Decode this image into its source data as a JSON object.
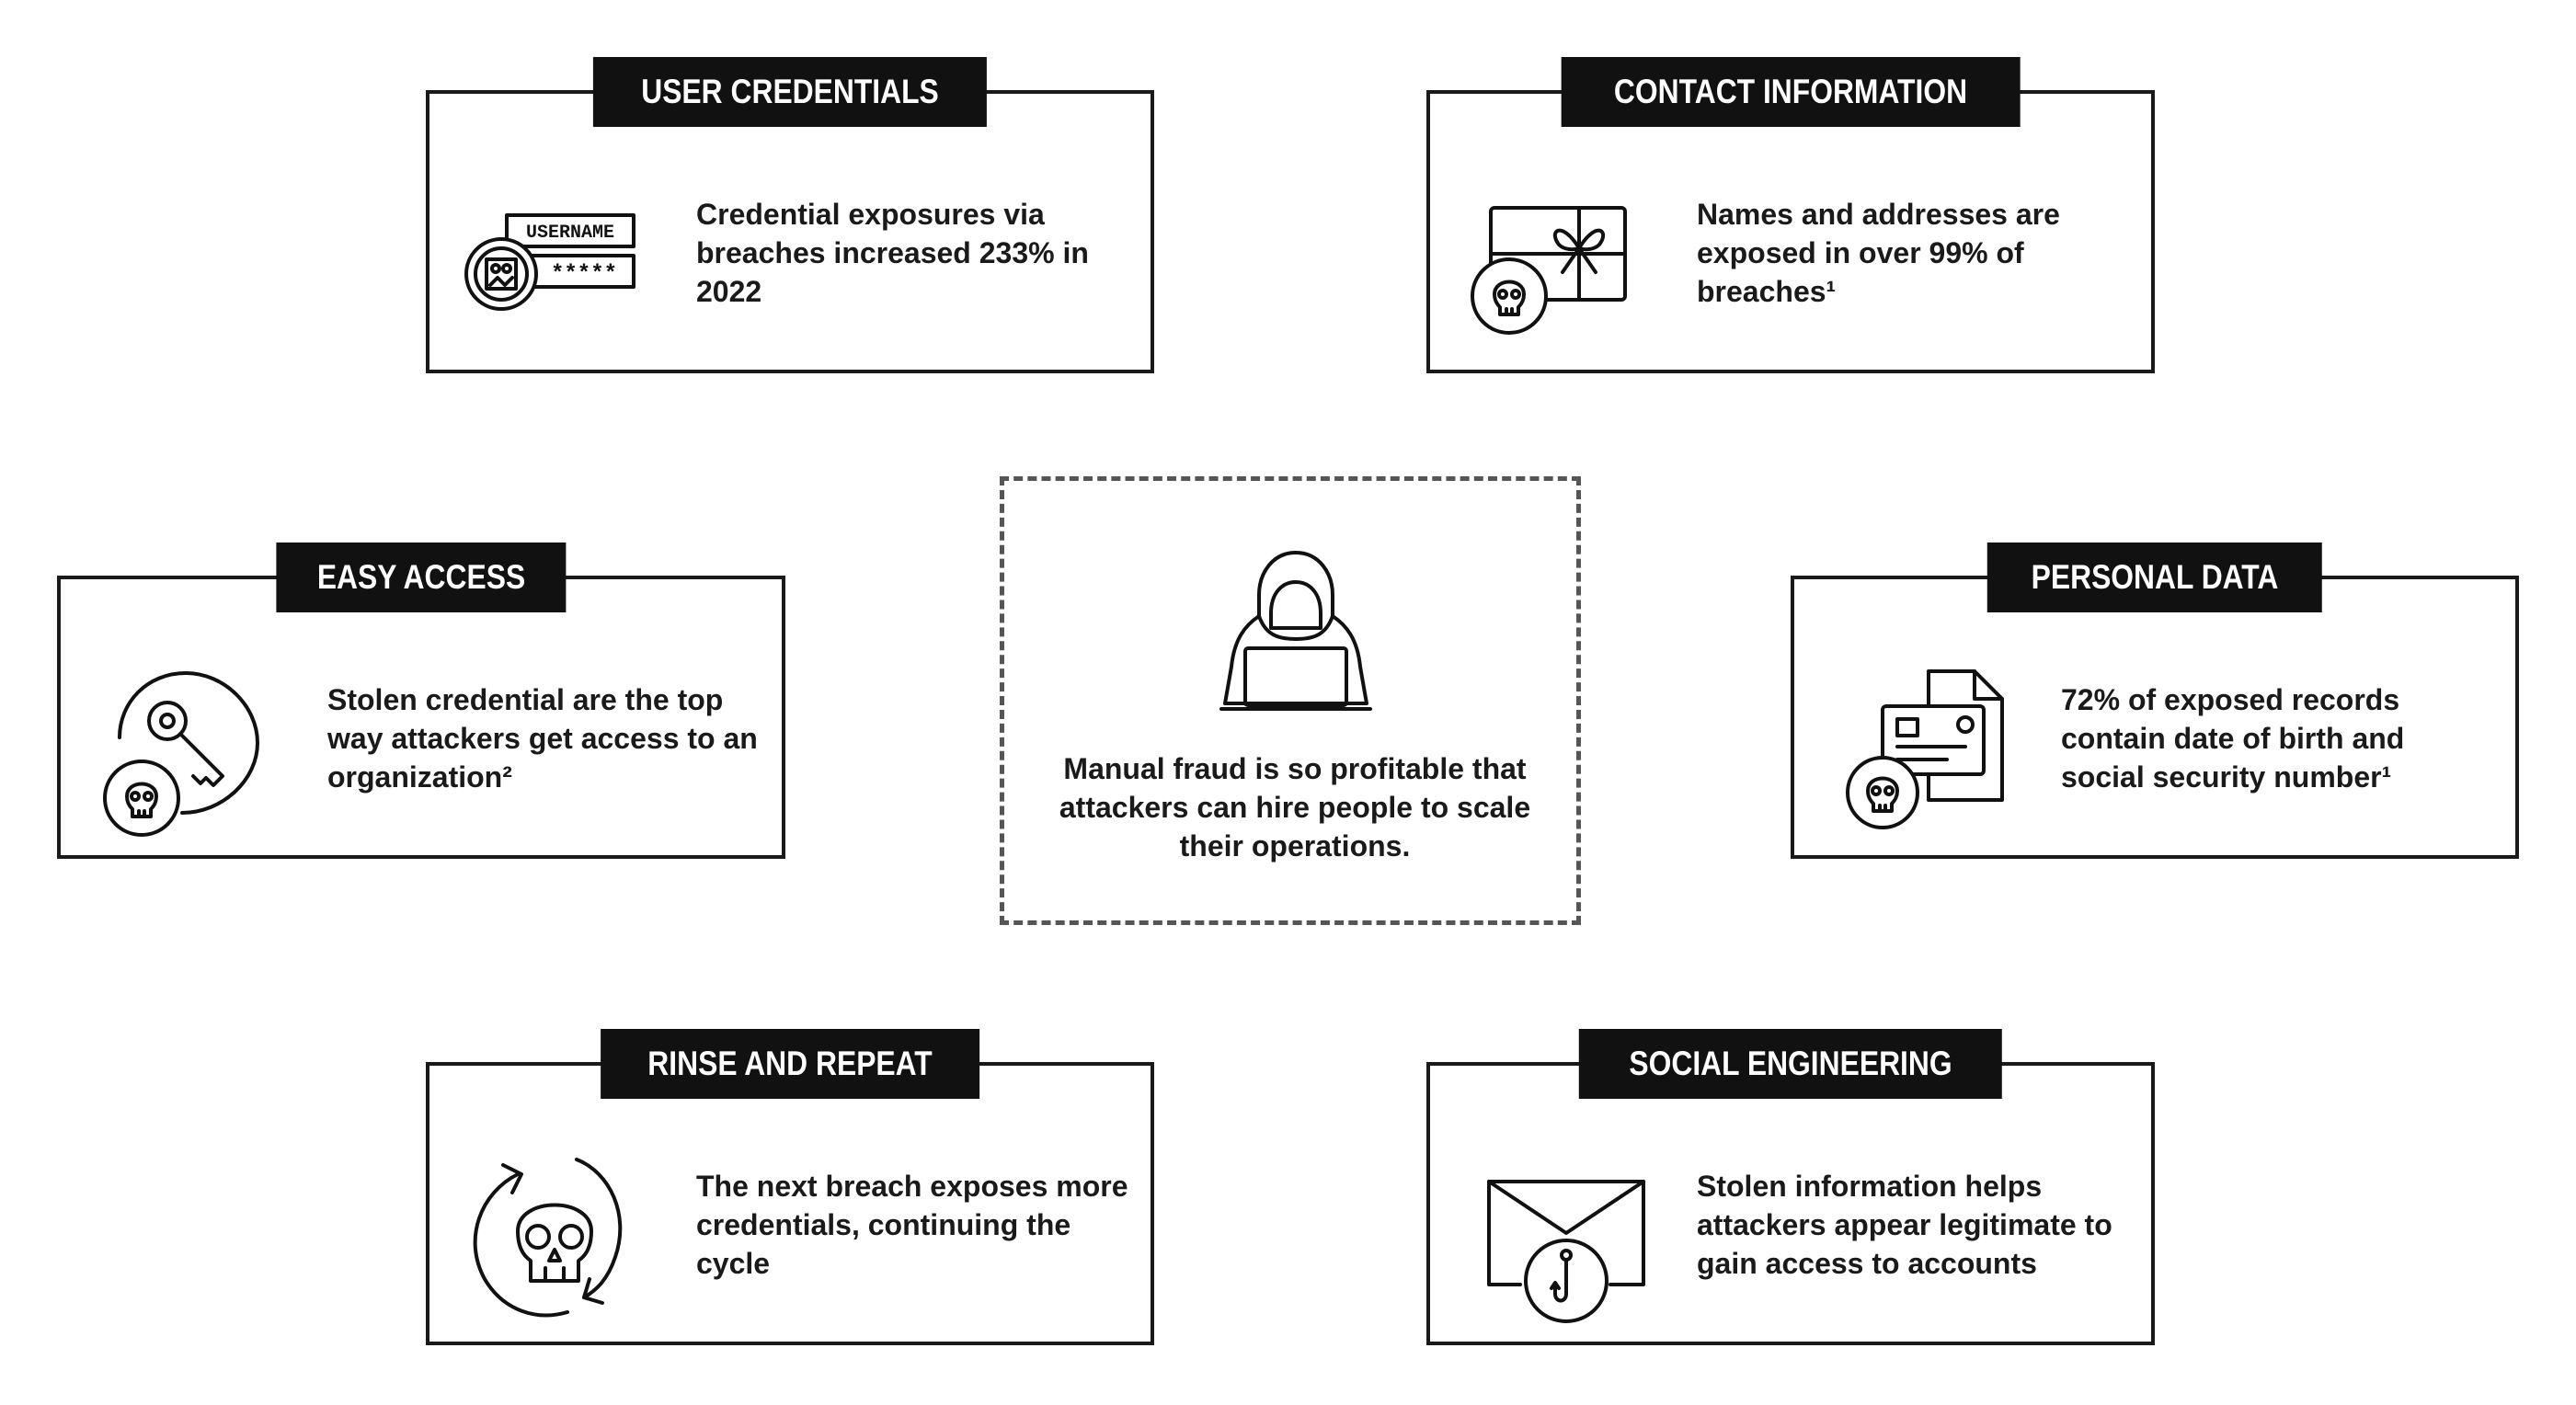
{
  "center": {
    "text": "Manual fraud is so profitable that attackers can hire people to scale their operations.",
    "icon": "hooded-hacker-icon"
  },
  "cards": {
    "user_credentials": {
      "title": "USER CREDENTIALS",
      "text": "Credential exposures via breaches increased 233% in 2022",
      "icon": "login-form-skull-icon",
      "icon_labels": {
        "username": "USERNAME",
        "password": "*****"
      }
    },
    "contact_information": {
      "title": "CONTACT INFORMATION",
      "text": "Names and addresses are exposed in over 99% of breaches¹",
      "icon": "envelope-gift-skull-icon"
    },
    "easy_access": {
      "title": "EASY ACCESS",
      "text": "Stolen credential are the top way attackers get access to an organization²",
      "icon": "key-skull-icon"
    },
    "personal_data": {
      "title": "PERSONAL DATA",
      "text": "72% of exposed records contain date of birth and social security number¹",
      "icon": "id-document-skull-icon"
    },
    "rinse_and_repeat": {
      "title": "RINSE AND REPEAT",
      "text": "The next breach exposes more credentials, continuing the cycle",
      "icon": "cycle-skull-icon"
    },
    "social_engineering": {
      "title": "SOCIAL ENGINEERING",
      "text": "Stolen information helps attackers appear legitimate to gain access to accounts",
      "icon": "phishing-envelope-icon"
    }
  }
}
